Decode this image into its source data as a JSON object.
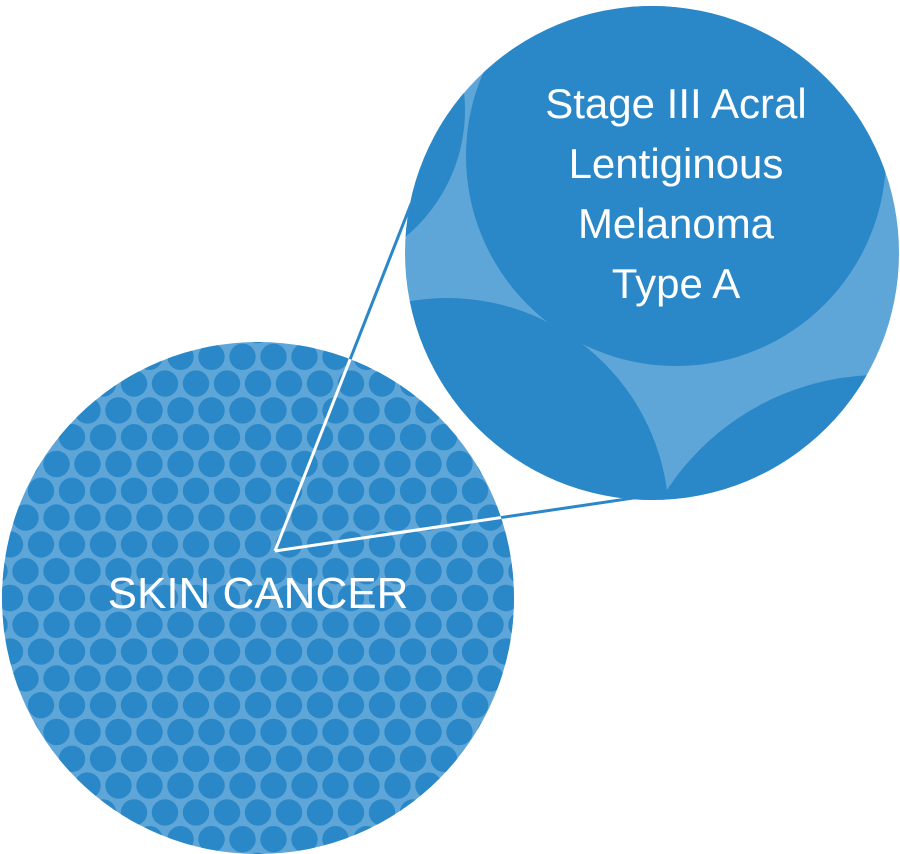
{
  "diagram": {
    "main_label": "SKIN CANCER",
    "zoom_label_lines": [
      "Stage III Acral",
      "Lentiginous",
      "Melanoma",
      "Type A"
    ]
  },
  "colors": {
    "background": "#ffffff",
    "cell": "#2a87c8",
    "cell_gap": "#5fa6d8",
    "connector_line": "#2a87c8",
    "text": "#ffffff"
  }
}
